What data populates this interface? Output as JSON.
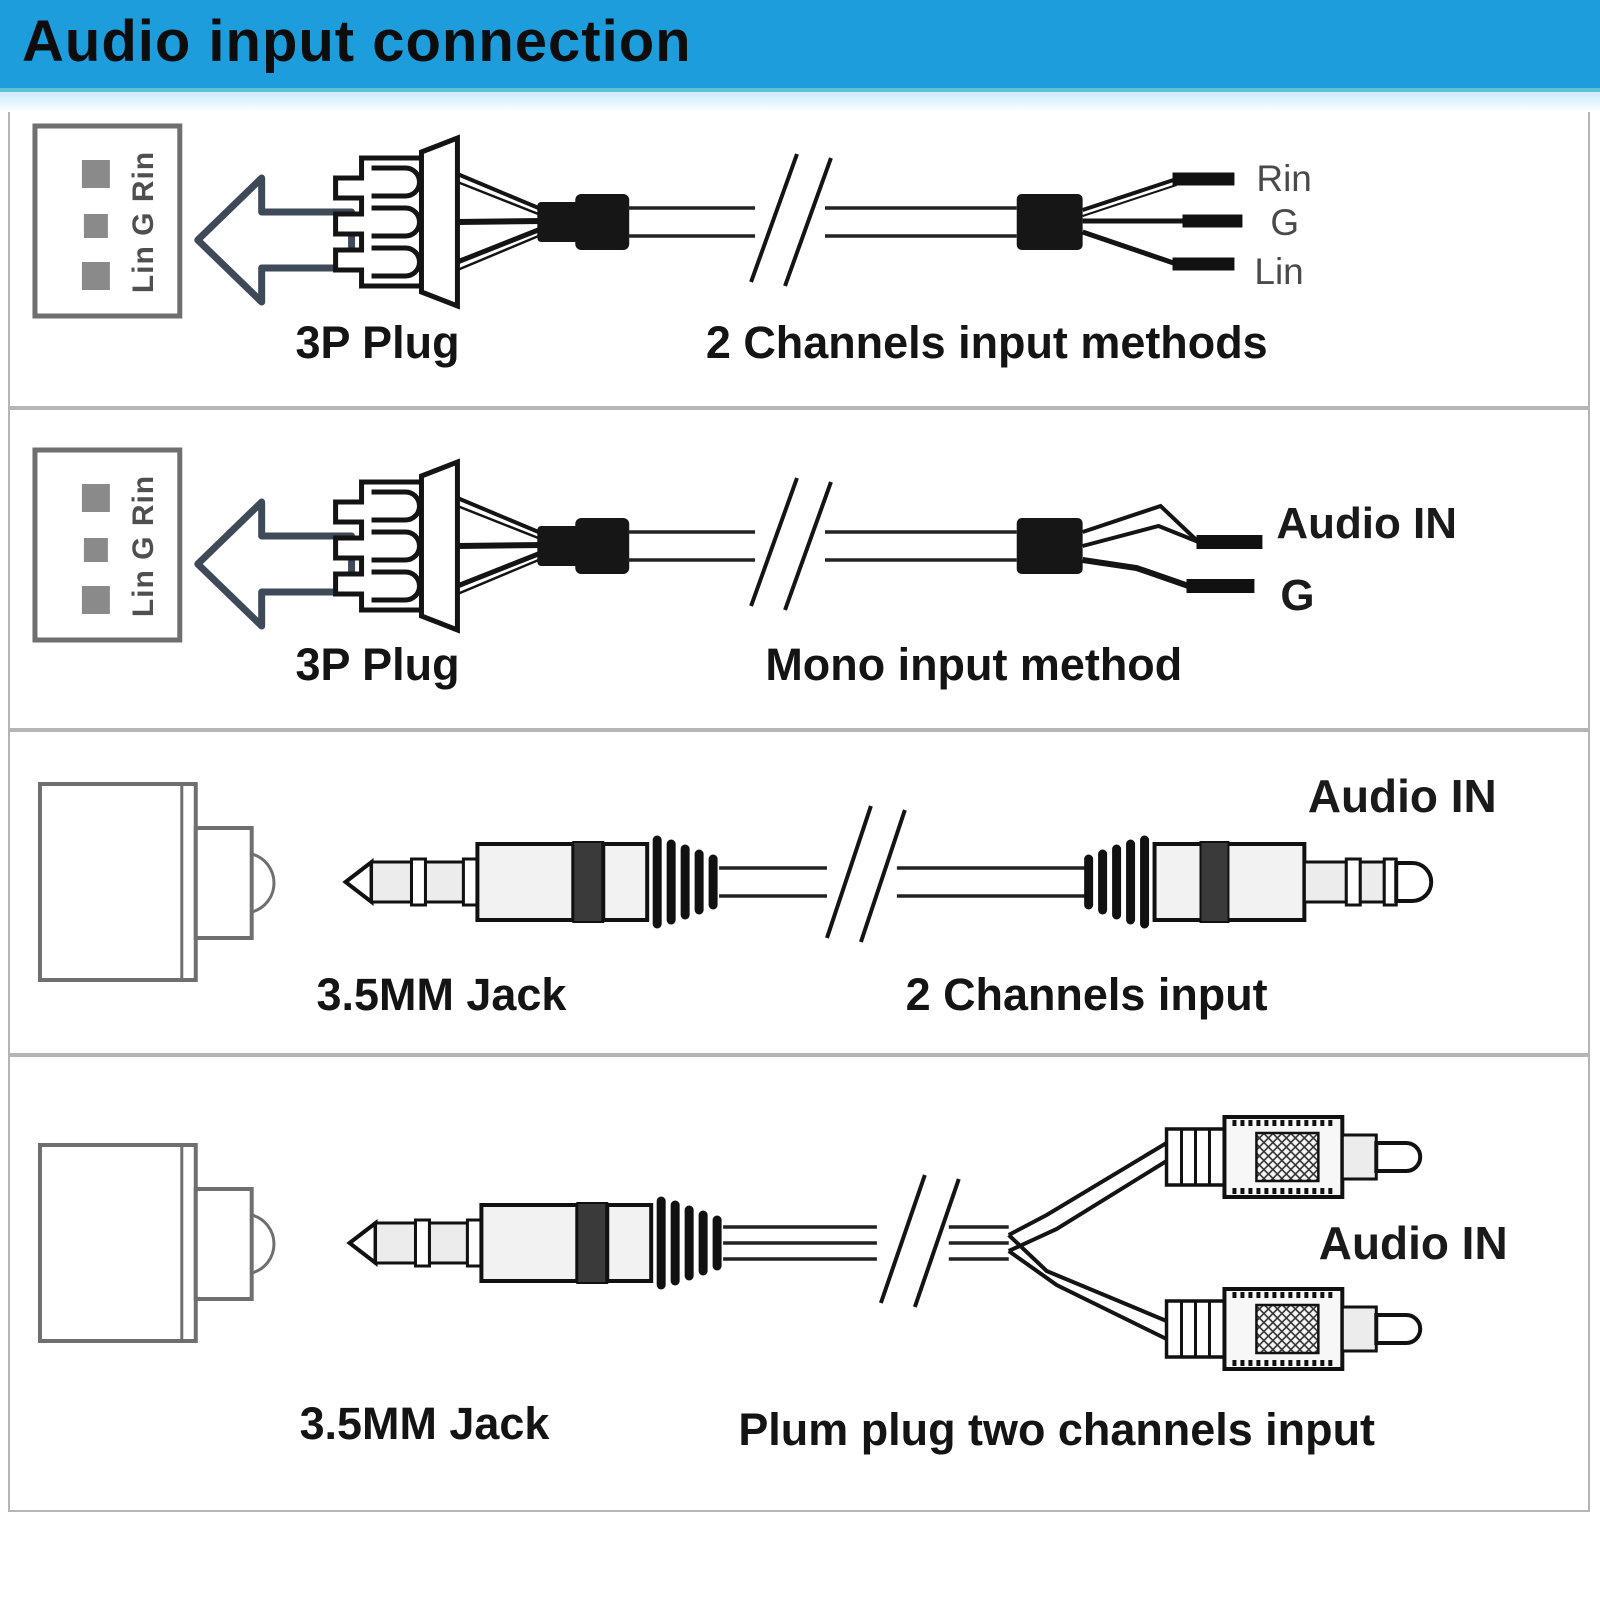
{
  "header": {
    "title": "Audio input connection"
  },
  "colors": {
    "header_bg": "#1d9ddc",
    "header_edge": "#5fc0d4",
    "panel_border": "#b5b5b5",
    "ink": "#141414",
    "wire_label_gray": "#4a4a4a",
    "socket_pin_gray": "#8a8a8a",
    "arrow_outline": "#3f4a59"
  },
  "panels": [
    {
      "socket_label": "Lin G Rin",
      "plug_label": "3P Plug",
      "method_label": "2 Channels input methods",
      "wires": {
        "top": "Rin",
        "mid": "G",
        "bottom": "Lin"
      }
    },
    {
      "socket_label": "Lin G Rin",
      "plug_label": "3P Plug",
      "method_label": "Mono input method",
      "wires": {
        "top": "Audio IN",
        "bottom": "G"
      }
    },
    {
      "plug_label": "3.5MM Jack",
      "method_label": "2 Channels input",
      "wires": {
        "top": "Audio IN"
      }
    },
    {
      "plug_label": "3.5MM Jack",
      "method_label": "Plum plug two channels input",
      "wires": {
        "mid": "Audio IN"
      }
    }
  ]
}
